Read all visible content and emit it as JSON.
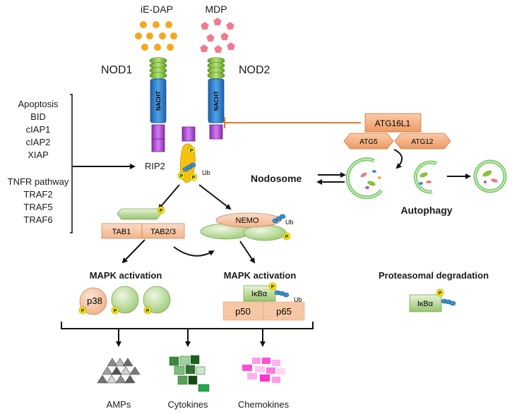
{
  "ligands": {
    "ie_dap": "iE-DAP",
    "mdp": "MDP"
  },
  "receptors": {
    "nod1": "NOD1",
    "nod2": "NOD2",
    "nacht": "NACHT"
  },
  "left_list": {
    "group1": [
      "Apoptosis",
      "BID",
      "cIAP1",
      "cIAP2",
      "XIAP"
    ],
    "group2": [
      "TNFR pathway",
      "TRAF2",
      "TRAF5",
      "TRAF6"
    ]
  },
  "rip2": "RIP2",
  "ub": "Ub",
  "p": "P",
  "tab1": "TAB1",
  "tab23": "TAB2/3",
  "nemo": "NEMO",
  "mapk_left": "MAPK activation",
  "mapk_right": "MAPK activation",
  "p38": "p38",
  "ikba": "IκBα",
  "p50": "p50",
  "p65": "p65",
  "atg16l1": "ATG16L1",
  "atg5": "ATG5",
  "atg12": "ATG12",
  "nodosome": "Nodosome",
  "autophagy": "Autophagy",
  "proteasomal": "Proteasomal degradation",
  "outputs": {
    "amps": "AMPs",
    "cytokines": "Cytokines",
    "chemokines": "Chemokines"
  },
  "colors": {
    "dot_orange": "#f4a81d",
    "pentagon_pink": "#f07a8e",
    "lrr_green": "#8cc63f",
    "nacht_blue": "#2f7fc8",
    "card_purple": "#b34fd6",
    "rip2_yellow": "#f5c211",
    "green_box": "#a9d18e",
    "salmon": "#f8c9a8",
    "atg_orange": "#f2a371",
    "inhibit_line": "#e0782a",
    "chemokine_pink": "#ff4fd8",
    "cytokine_green": "#3a8a3a"
  },
  "icons": [
    "ubiquitin-chain-icon",
    "phosphate-icon",
    "autophagosome-icon",
    "amp-triangles-icon",
    "cytokine-squares-icon",
    "chemokine-rectangles-icon"
  ]
}
